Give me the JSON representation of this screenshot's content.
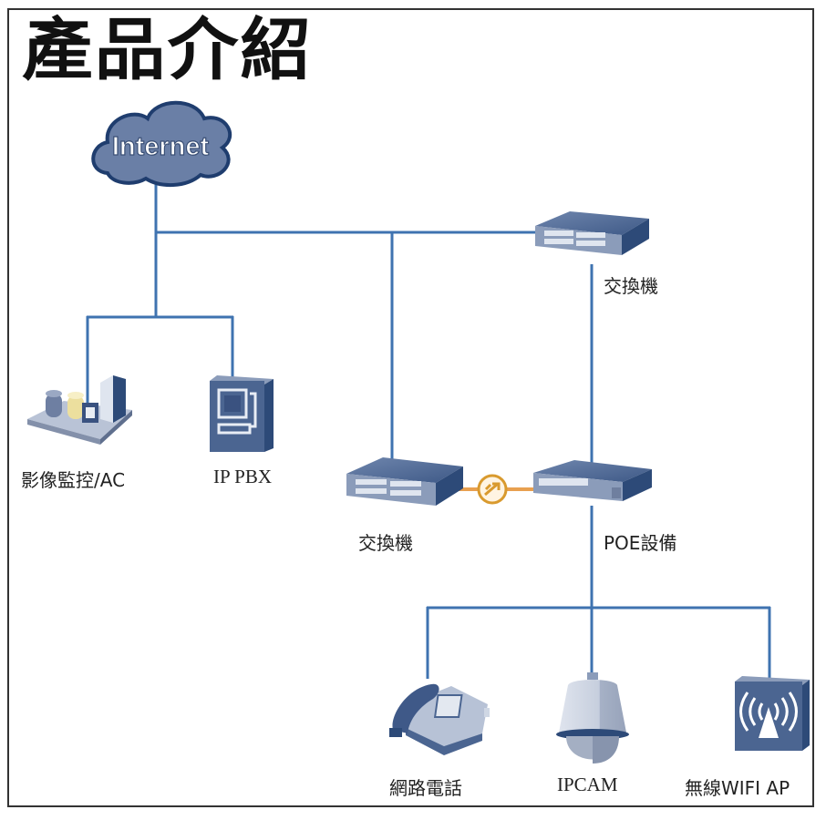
{
  "title": "產品介紹",
  "colors": {
    "line": "#3f73b0",
    "link": "#e8a050",
    "device_dark": "#2d4a78",
    "device_mid": "#4b6591",
    "cloud_fill": "#6a7fa6",
    "cloud_outline": "#1f3d6e",
    "frame": "#333333"
  },
  "nodes": {
    "internet": {
      "label": "Internet",
      "icon": "cloud-icon"
    },
    "core_switch": {
      "label": "交換機",
      "icon": "switch-icon"
    },
    "nvr": {
      "label": "影像監控/AC",
      "icon": "server-rack-icon"
    },
    "ip_pbx": {
      "label": "IP PBX",
      "icon": "pbx-icon"
    },
    "access_switch": {
      "label": "交換機",
      "icon": "switch-icon"
    },
    "poe": {
      "label": "POE設備",
      "icon": "poe-switch-icon"
    },
    "ip_phone": {
      "label": "網路電話",
      "icon": "phone-icon"
    },
    "ipcam": {
      "label": "IPCAM",
      "icon": "dome-camera-icon"
    },
    "wifi_ap": {
      "label": "無線WIFI AP",
      "icon": "wifi-ap-icon"
    }
  },
  "links": [
    {
      "from": "internet",
      "to": "core_switch",
      "type": "wired"
    },
    {
      "from": "internet",
      "to": "nvr",
      "type": "wired"
    },
    {
      "from": "internet",
      "to": "ip_pbx",
      "type": "wired"
    },
    {
      "from": "internet",
      "to": "access_switch",
      "type": "wired"
    },
    {
      "from": "core_switch",
      "to": "poe",
      "type": "wired"
    },
    {
      "from": "access_switch",
      "to": "poe",
      "type": "optical",
      "icon": "link-icon"
    },
    {
      "from": "poe",
      "to": "ip_phone",
      "type": "wired"
    },
    {
      "from": "poe",
      "to": "ipcam",
      "type": "wired"
    },
    {
      "from": "poe",
      "to": "wifi_ap",
      "type": "wired"
    }
  ]
}
